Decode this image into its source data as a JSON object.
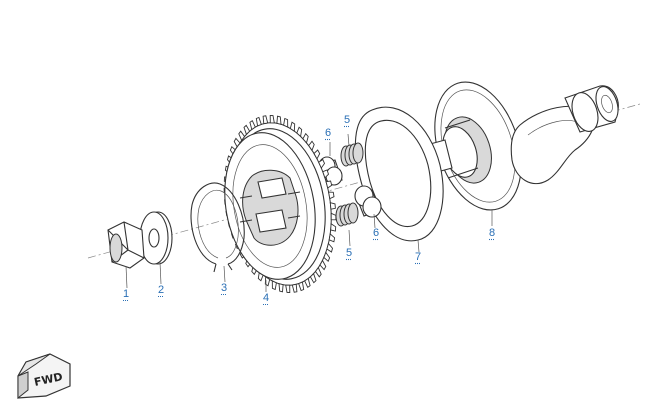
{
  "parts": [
    {
      "id": "part-1",
      "label": "1",
      "name": "nut"
    },
    {
      "id": "part-2",
      "label": "2",
      "name": "washer"
    },
    {
      "id": "part-3",
      "label": "3",
      "name": "circlip"
    },
    {
      "id": "part-4",
      "label": "4",
      "name": "gear"
    },
    {
      "id": "part-5a",
      "label": "5",
      "name": "spring"
    },
    {
      "id": "part-5b",
      "label": "5",
      "name": "spring"
    },
    {
      "id": "part-6a",
      "label": "6",
      "name": "pin"
    },
    {
      "id": "part-6b",
      "label": "6",
      "name": "pin"
    },
    {
      "id": "part-7",
      "label": "7",
      "name": "guide-plate"
    },
    {
      "id": "part-8",
      "label": "8",
      "name": "crankshaft"
    }
  ],
  "fwd_badge": {
    "text": "FWD"
  },
  "colors": {
    "label": "#2a6fb5",
    "line": "#333333"
  }
}
